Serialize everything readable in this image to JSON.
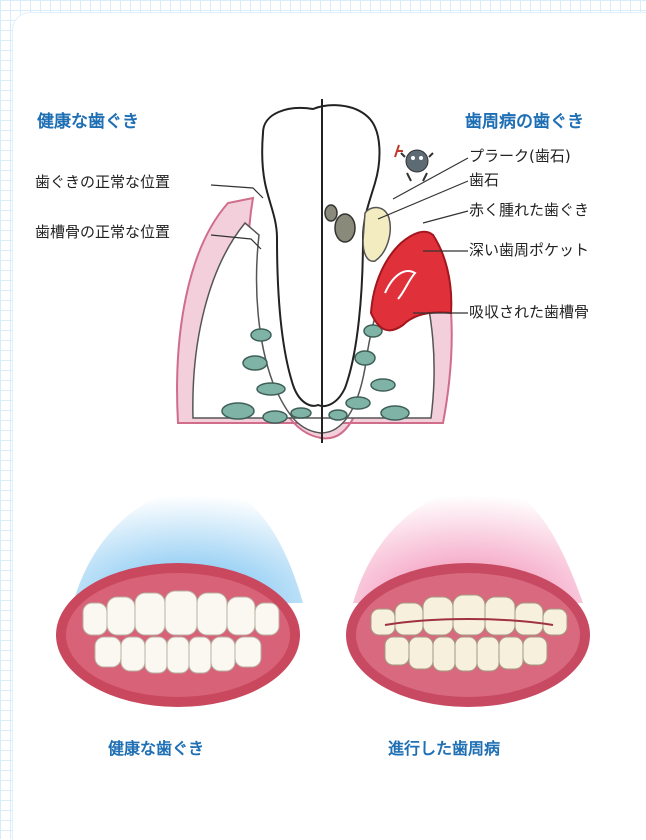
{
  "diagram": {
    "left_title": "健康な歯ぐき",
    "right_title": "歯周病の歯ぐき",
    "left_labels": [
      "歯ぐきの正常な位置",
      "歯槽骨の正常な位置"
    ],
    "right_labels": [
      "プラーク(歯石)",
      "歯石",
      "赤く腫れた歯ぐき",
      "深い歯周ポケット",
      "吸収された歯槽骨"
    ]
  },
  "photos": {
    "left_caption": "健康な歯ぐき",
    "right_caption": "進行した歯周病"
  },
  "colors": {
    "title_blue": "#1f6fb4",
    "gum_pink": "#f3cfdc",
    "gum_outline": "#cf6d8a",
    "inflamed_red": "#e0303a",
    "bone_green": "#7fb3a6",
    "tartar": "#f3ecc0",
    "healthy_glow": "#5fb6ee",
    "disease_glow": "#f07aa8"
  },
  "icons": [
    "bacteria-icon"
  ]
}
